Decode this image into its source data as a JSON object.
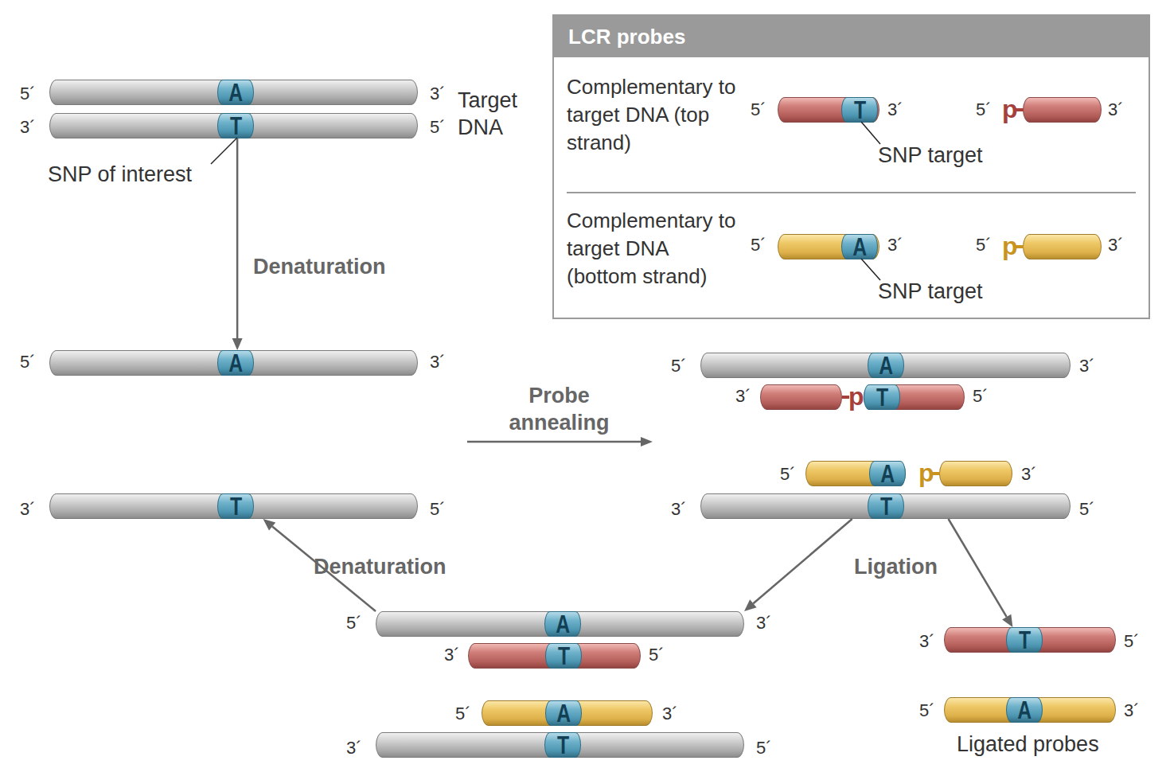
{
  "diagram": {
    "nodes": [
      {
        "text": [
          "LCR probes",
          "Complementary to target DNA (top strand)",
          "Complementary to target DNA (bottom strand)"
        ]
      },
      {
        "text": [
          "T"
        ],
        "in": 0
      },
      {
        "text": [
          "p"
        ],
        "in": 0
      },
      {
        "text": [
          "A"
        ],
        "in": 0
      },
      {
        "text": [
          "p"
        ],
        "in": 0
      },
      {
        "text": [
          "A"
        ]
      },
      {
        "text": [
          "T"
        ]
      },
      {
        "text": [
          "A"
        ]
      },
      {
        "text": [
          "T"
        ]
      },
      {
        "text": [
          "A"
        ]
      },
      {
        "text": [
          "p"
        ]
      },
      {
        "text": [
          "T"
        ]
      },
      {
        "text": [
          "A"
        ]
      },
      {
        "text": [
          "p"
        ]
      },
      {
        "text": [
          "T"
        ]
      },
      {
        "text": [
          "A"
        ]
      },
      {
        "text": [
          "T"
        ]
      },
      {
        "text": [
          "A"
        ]
      },
      {
        "text": [
          "T"
        ]
      },
      {
        "text": [
          "T"
        ]
      },
      {
        "text": [
          "A"
        ]
      }
    ],
    "edges": [
      {
        "from": 6,
        "to": 7,
        "arrow": "to",
        "label": "Denaturation"
      },
      {
        "from": 15,
        "to": 8,
        "arrow": "to",
        "label": "Denaturation"
      },
      {
        "from": 14,
        "to": 15,
        "arrow": "to",
        "label": "Ligation"
      },
      {
        "from": 14,
        "to": 19,
        "arrow": "to"
      }
    ],
    "labels": [
      "5´",
      "3´",
      "Target DNA",
      "3´",
      "5´",
      "SNP of interest",
      "5´",
      "3´",
      "5´",
      "3´",
      "SNP target",
      "5´",
      "3´",
      "5´",
      "3´",
      "SNP target",
      "5´",
      "3´",
      "Probe annealing",
      "5´",
      "3´",
      "3´",
      "5´",
      "5´",
      "3´",
      "3´",
      "5´",
      "3´",
      "5´",
      "5´",
      "3´",
      "3´",
      "5´",
      "5´",
      "3´",
      "3´",
      "5´",
      "3´",
      "5´",
      "5´",
      "3´",
      "Ligated probes"
    ]
  }
}
